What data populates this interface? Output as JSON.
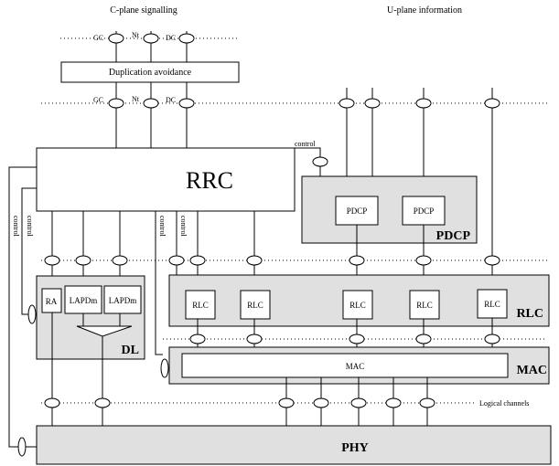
{
  "headers": {
    "cplane": "C-plane signalling",
    "uplane": "U-plane information"
  },
  "top_saps": {
    "gc": "GC",
    "nt": "Nt",
    "dc": "DC"
  },
  "blocks": {
    "duplication": "Duplication avoidance",
    "rrc": "RRC",
    "pdcp_group": "PDCP",
    "pdcp_entity": "PDCP",
    "rlc_group": "RLC",
    "rlc_entity": "RLC",
    "mac_group": "MAC",
    "mac_entity": "MAC",
    "dl_group": "DL",
    "ra": "RA",
    "lapdm": "LAPDm",
    "phy": "PHY"
  },
  "labels": {
    "control": "control",
    "logical_channels": "Logical channels"
  }
}
